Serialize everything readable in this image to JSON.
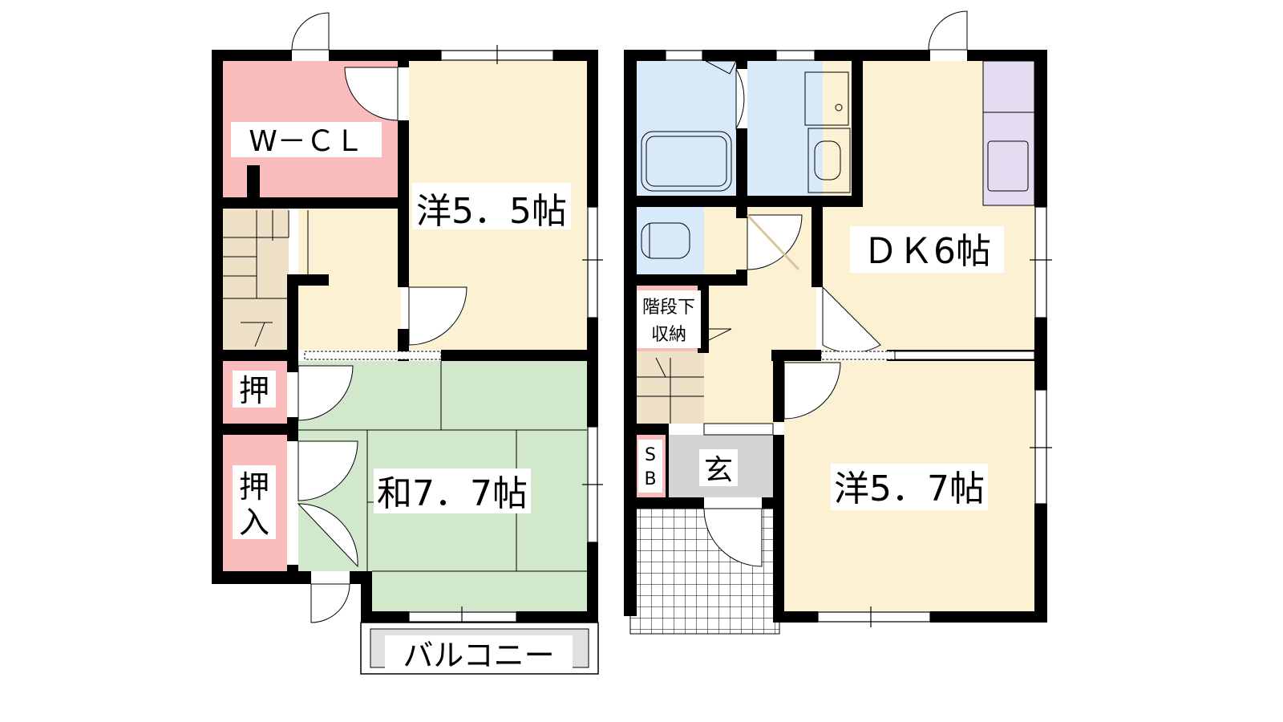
{
  "floor_2": {
    "walk_in_closet": "W－ＣＬ",
    "western_room_1": "洋5．5帖",
    "japanese_room": "和7．7帖",
    "closet_small": "押",
    "closet_large_line1": "押",
    "closet_large_line2": "入",
    "balcony": "バルコニー"
  },
  "floor_1": {
    "dining_kitchen": "ＤＫ6帖",
    "western_room_2": "洋5．7帖",
    "under_stair_storage_line1": "階段下",
    "under_stair_storage_line2": "収納",
    "entrance": "玄",
    "shoe_box_line1": "S",
    "shoe_box_line2": "B"
  },
  "colors": {
    "wall": "#000000",
    "closet": "#fbbcbd",
    "western_room": "#fdf1d3",
    "tatami": "#d2e8cc",
    "wet_area": "#d8e9fa",
    "kitchen_counter": "#e5dcf2",
    "stairs": "#efe0c8",
    "entrance": "#d4d4d4",
    "balcony": "#e0e0e0"
  }
}
